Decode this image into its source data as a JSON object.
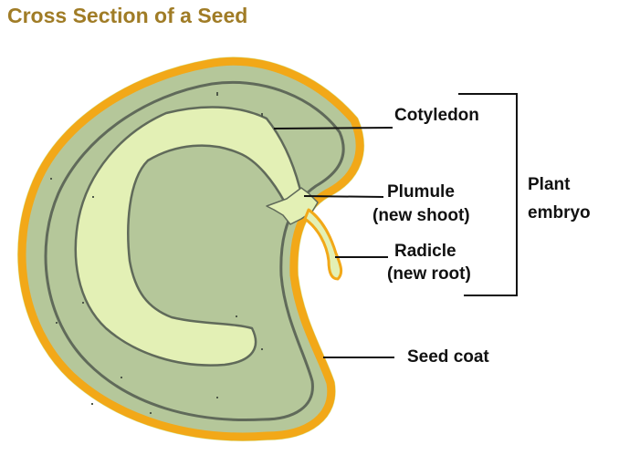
{
  "title": "Cross Section of a Seed",
  "labels": {
    "cotyledon": "Cotyledon",
    "plumule": "Plumule",
    "plumule_note": "(new shoot)",
    "radicle": "Radicle",
    "radicle_note": "(new root)",
    "plant": "Plant",
    "embryo": "embryo",
    "seed_coat": "Seed coat"
  },
  "colors": {
    "title": "#a07c26",
    "seed_coat": "#f2a818",
    "outer_glow": "#d8efa8",
    "cotyledon_fill": "#b5c79a",
    "embryo_fill": "#e3f0b5",
    "outline": "#606a5a",
    "leader_lines": "#111111"
  }
}
